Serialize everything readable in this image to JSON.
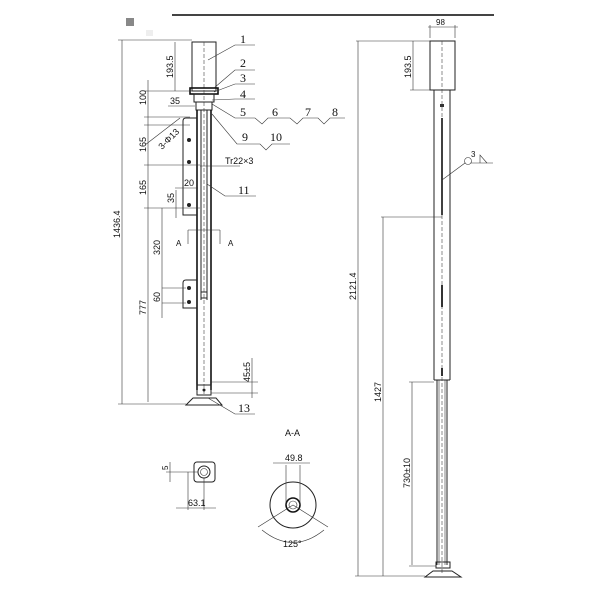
{
  "drawing": {
    "title_bar": "",
    "colors": {
      "line": "#222222",
      "marker_dark": "#888888",
      "marker_light": "#eeeeee"
    }
  },
  "left_view": {
    "dims": {
      "total_height": "1436.4",
      "top_housing": "193.5",
      "d100": "100",
      "d35_top": "35",
      "d165_a": "165",
      "d165_b": "165",
      "d20": "20",
      "d35_side": "35",
      "d320": "320",
      "d777": "777",
      "d60": "60",
      "d45": "45±5",
      "holes": "3-Φ13",
      "thread": "Tr22×3"
    },
    "section_marks": [
      "A",
      "A"
    ],
    "part_labels": [
      "1",
      "2",
      "3",
      "4",
      "5",
      "6",
      "7",
      "8",
      "9",
      "10",
      "11",
      "13"
    ]
  },
  "right_view": {
    "dims": {
      "width": "98",
      "top_housing": "193.5",
      "total_height": "2121.4",
      "d1427": "1427",
      "d730": "730±10"
    },
    "weld_symbol": "3"
  },
  "section_view": {
    "title": "A-A",
    "dims": {
      "d49_8": "49.8",
      "angle": "125°"
    }
  },
  "bottom_view": {
    "dims": {
      "d5": "5",
      "d63_1": "63.1"
    }
  }
}
